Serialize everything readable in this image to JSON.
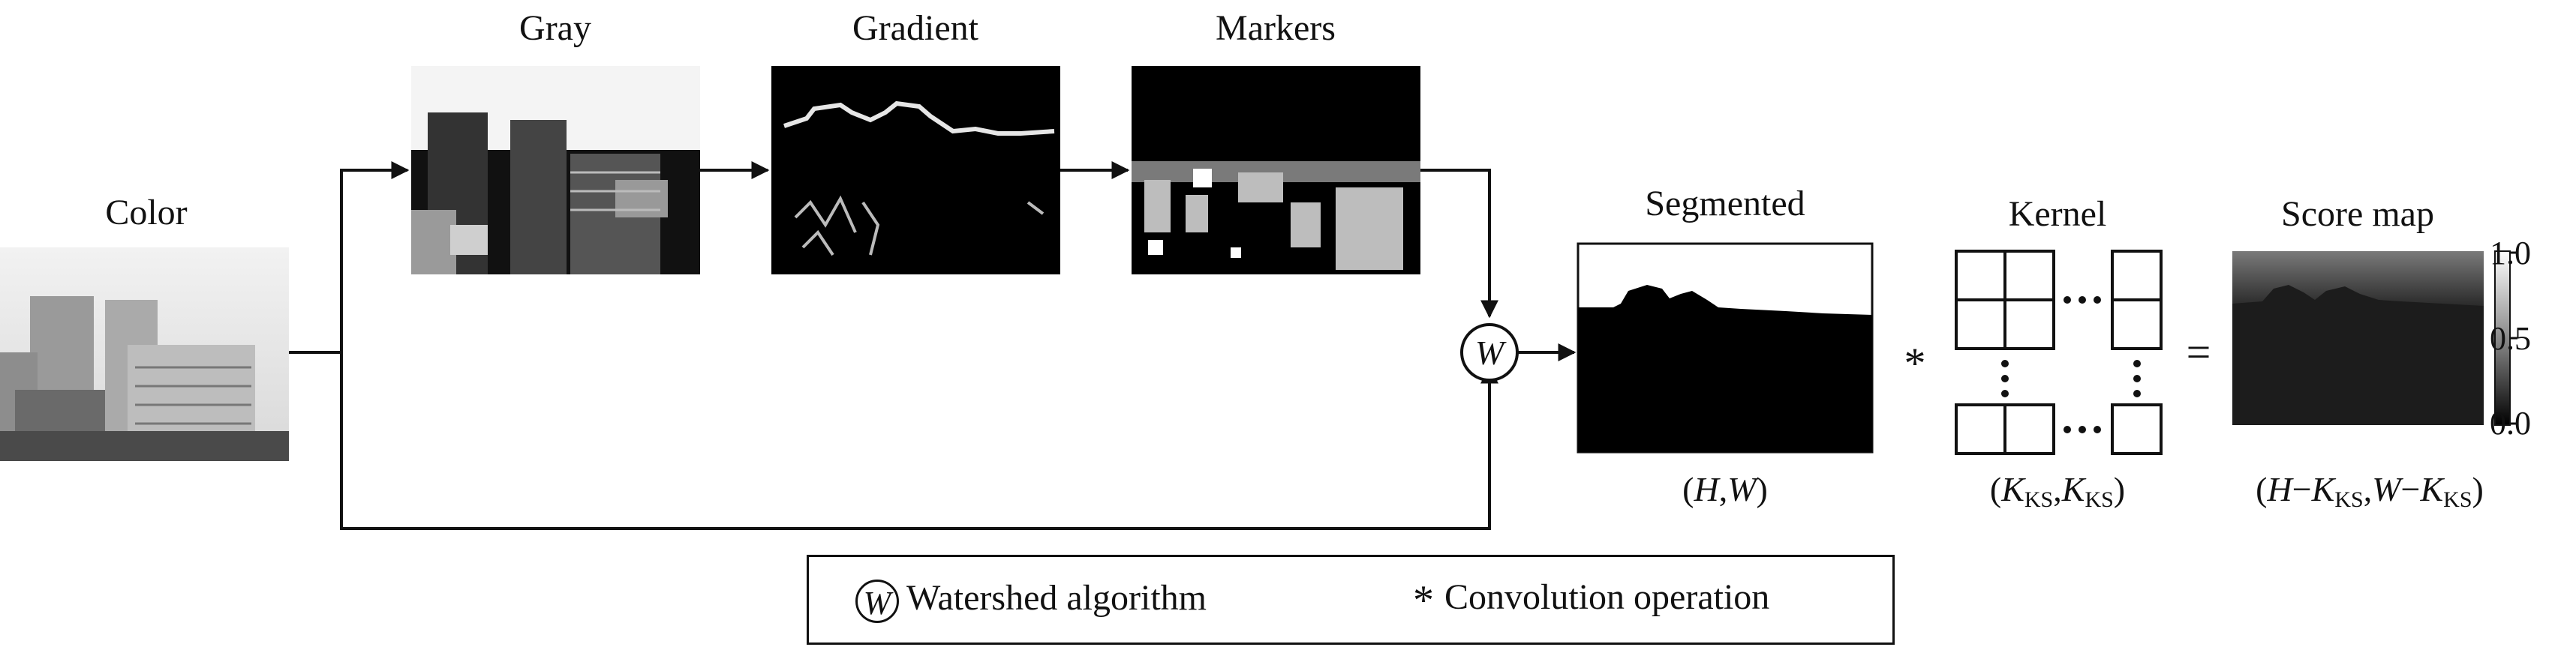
{
  "labels": {
    "color": "Color",
    "gray": "Gray",
    "gradient": "Gradient",
    "markers": "Markers",
    "segmented": "Segmented",
    "kernel": "Kernel",
    "score_map": "Score map"
  },
  "watershed_symbol": "W",
  "operators": {
    "convolution": "*",
    "equals": "="
  },
  "dims": {
    "segmented": {
      "H": "H",
      "comma": ",",
      "W": "W"
    },
    "kernel": {
      "K": "K",
      "sub": "KS"
    },
    "score": {
      "H": "H",
      "minus": "−",
      "W": "W",
      "K": "K",
      "sub": "KS"
    }
  },
  "colorbar": {
    "ticks": [
      "1.0",
      "0.5",
      "0.0"
    ],
    "range": [
      0.0,
      1.0
    ]
  },
  "legend": {
    "watershed_symbol": "W",
    "watershed_label": "Watershed algorithm",
    "convolution_symbol": "*",
    "convolution_label": "Convolution operation"
  },
  "colors": {
    "line": "#111111",
    "background": "#ffffff"
  }
}
